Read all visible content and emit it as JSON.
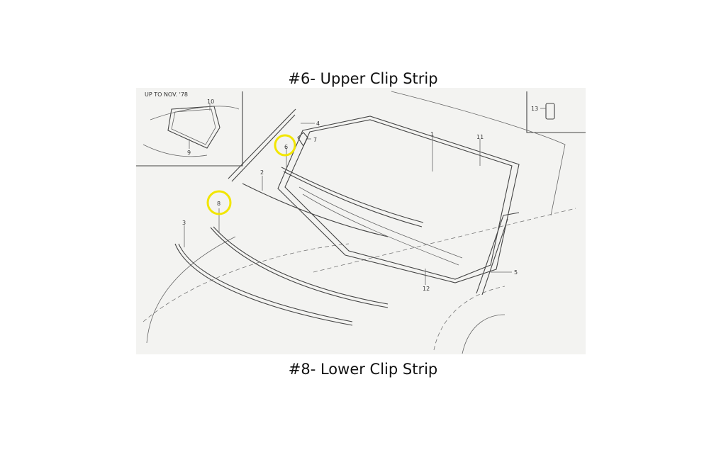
{
  "captions": {
    "upper": "#6- Upper Clip Strip",
    "lower": "#8- Lower Clip Strip"
  },
  "diagram": {
    "inset_note": "UP TO NOV. '78",
    "part_numbers": {
      "p1": "1",
      "p2": "2",
      "p3": "3",
      "p4": "4",
      "p5": "5",
      "p6": "6",
      "p7": "7",
      "p8": "8",
      "p9": "9",
      "p10": "10",
      "p11": "11",
      "p12": "12",
      "p13": "13"
    },
    "highlight_color": "#f2e600"
  }
}
